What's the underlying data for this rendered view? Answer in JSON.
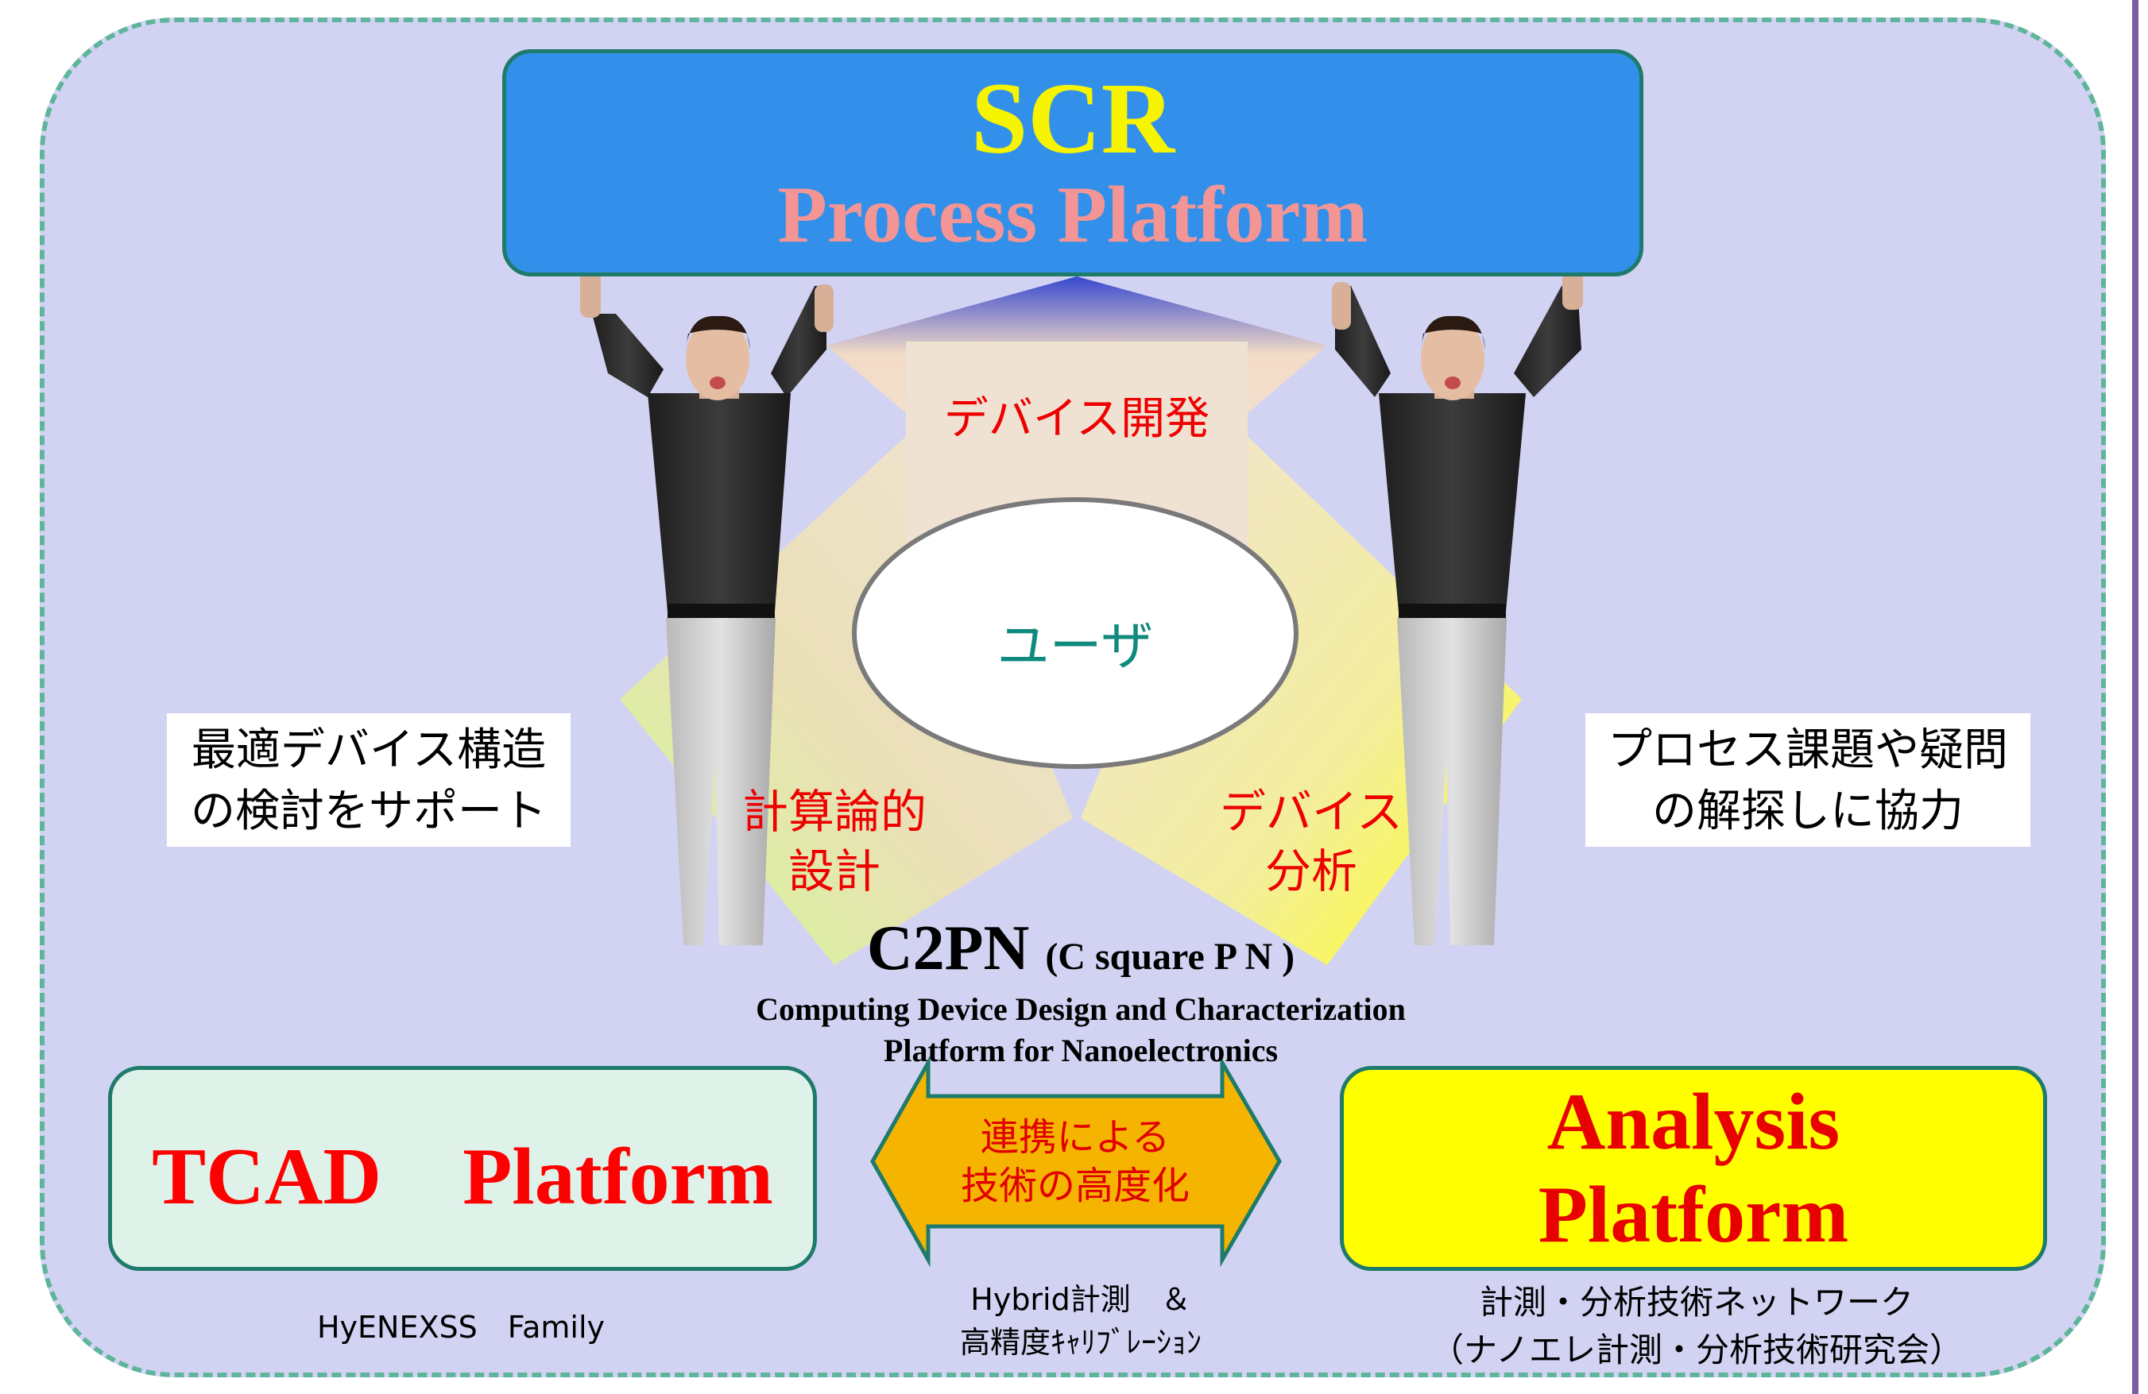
{
  "process_platform": {
    "title": "SCR",
    "subtitle": "Process Platform"
  },
  "center_arrows": {
    "device_development": "デバイス開発",
    "computational_design_1": "計算論的",
    "computational_design_2": "設計",
    "device_analysis_1": "デバイス",
    "device_analysis_2": "分析"
  },
  "user_label": "ユーザ",
  "left_note": {
    "line1": "最適デバイス構造",
    "line2": "の検討をサポート"
  },
  "right_note": {
    "line1": "プロセス課題や疑問",
    "line2": "の解探しに協力"
  },
  "c2pn": {
    "name": "C2PN",
    "reading": "(C square P N )",
    "full_line1": "Computing Device Design and Characterization",
    "full_line2": "Platform for Nanoelectronics"
  },
  "tcad_platform": {
    "title": "TCAD　Platform",
    "caption": "HyENEXSS　Family"
  },
  "analysis_platform": {
    "title_line1": "Analysis",
    "title_line2": "Platform",
    "caption_line1": "計測・分析技術ネットワーク",
    "caption_line2": "（ナノエレ計測・分析技術研究会）"
  },
  "cooperation_arrow": {
    "line1": "連携による",
    "line2": "技術の高度化"
  },
  "hybrid_caption": {
    "line1": "Hybrid計測　＆",
    "line2": "高精度ｷｬﾘﾌﾞﾚｰｼｮﾝ"
  },
  "colors": {
    "background": "#d2d3f3",
    "border": "#5fb59b",
    "scr_box": "#3390ea",
    "tcad_box": "#dff2ea",
    "analysis_box": "#ffff00",
    "double_arrow": "#f5b400",
    "accent_red": "#ee0000",
    "user_text": "#0f8a7e"
  }
}
